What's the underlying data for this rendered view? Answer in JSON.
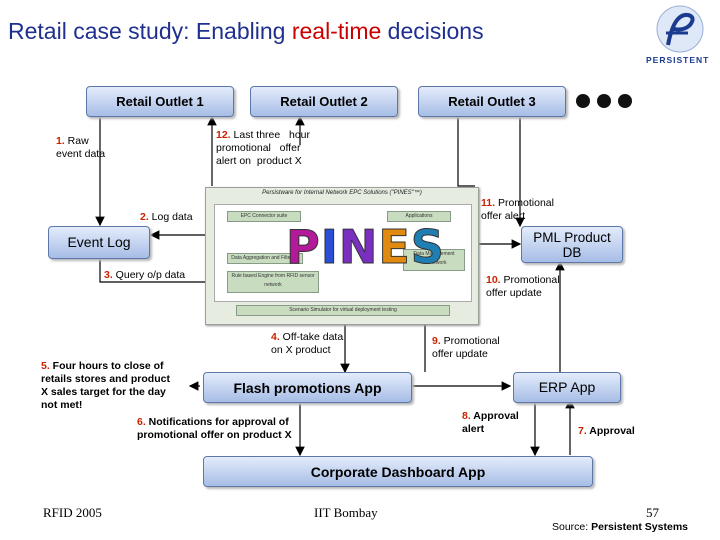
{
  "title": {
    "part1": "Retail case study: Enabling ",
    "highlight": "real-time",
    "part2": " decisions"
  },
  "logo": {
    "text": "PERSISTENT"
  },
  "outlets": [
    "Retail Outlet 1",
    "Retail Outlet 2",
    "Retail Outlet 3"
  ],
  "boxes": {
    "event_log": "Event Log",
    "pml_product_db": "PML Product DB",
    "flash_promotions": "Flash promotions App",
    "erp": "ERP App",
    "dashboard": "Corporate Dashboard App"
  },
  "labels": {
    "l1": {
      "num": "1.",
      "text": " Raw\nevent data"
    },
    "l12": {
      "num": "12.",
      "text": " Last three   hour\npromotional   offer\nalert on  product X"
    },
    "l2": {
      "num": "2.",
      "text": " Log data"
    },
    "l11": {
      "num": "11.",
      "text": " Promotional\noffer alert"
    },
    "l3": {
      "num": "3.",
      "text": " Query o/p data"
    },
    "l10": {
      "num": "10.",
      "text": " Promotional\noffer update"
    },
    "l4": {
      "num": "4.",
      "text": " Off-take data\non X product"
    },
    "l9": {
      "num": "9.",
      "text": " Promotional\noffer update"
    },
    "l5": {
      "num": "5.",
      "text": " Four hours to close of\nretails stores and product\nX sales target for the day\nnot met!"
    },
    "l6": {
      "num": "6.",
      "text": " Notifications for approval of\npromotional offer on product X"
    },
    "l8": {
      "num": "8.",
      "text": " Approval\nalert"
    },
    "l7": {
      "num": "7.",
      "text": " Approval"
    }
  },
  "pines": {
    "header": "Persistware for Internal Network EPC Solutions (\"PINES\"™)",
    "word": [
      "P",
      "I",
      "N",
      "E",
      "S"
    ],
    "word_colors": [
      "#b21a9a",
      "#2a4fd6",
      "#7a2fc0",
      "#e08a10",
      "#1f7fb3"
    ],
    "modules": [
      "EPC Connector suite",
      "Applications",
      "Data Aggregation and Filtering",
      "Data Management Framework",
      "Rule based Engine from RFID sensor network"
    ],
    "footer_module": "Scenario Simulator for virtual deployment testing"
  },
  "footer": {
    "left": "RFID 2005",
    "center": "IIT Bombay",
    "page": "57",
    "source_label": "Source: ",
    "source_value": "Persistent Systems"
  }
}
